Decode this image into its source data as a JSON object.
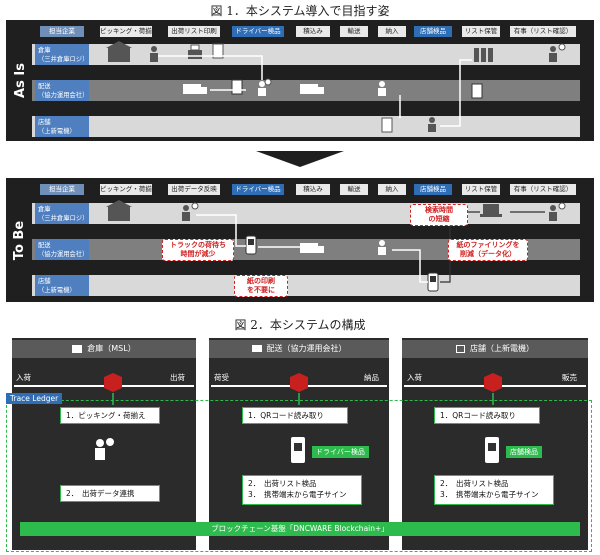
{
  "fig1": {
    "title": "図 1．本システム導入で目指す姿",
    "as_is": {
      "side_label": "As Is",
      "headers": [
        "担当企業",
        "ピッキング・荷揃え",
        "出荷リスト印刷",
        "ドライバー検品",
        "積込み",
        "輸送",
        "納入",
        "店舗検品",
        "リスト保管",
        "有事（リスト確認）"
      ],
      "lanes": [
        {
          "label": "倉庫\n（三井倉庫ロジ）"
        },
        {
          "label": "配送\n（協力運用会社）"
        },
        {
          "label": "店舗\n（上新電機）"
        }
      ]
    },
    "to_be": {
      "side_label": "To Be",
      "headers": [
        "担当企業",
        "ピッキング・荷揃え",
        "出荷データ反映",
        "ドライバー検品",
        "積込み",
        "輸送",
        "納入",
        "店舗検品",
        "リスト保管",
        "有事（リスト確認）"
      ],
      "lanes": [
        {
          "label": "倉庫\n（三井倉庫ロジ）"
        },
        {
          "label": "配送\n（協力運用会社）"
        },
        {
          "label": "店舗\n（上新電機）"
        }
      ],
      "notes": {
        "search": "検索時間\nの短縮",
        "truck": "トラックの荷待ち\n時間が減少",
        "filing": "紙のファイリングを\n削減（データ化）",
        "print": "紙の印刷\nを不要に"
      }
    },
    "colors": {
      "blue_header": "#2f6db5",
      "lane_label": "#4f7fbf",
      "note_red": "#d02020"
    }
  },
  "fig2": {
    "title": "図 2．本システムの構成",
    "columns": [
      {
        "head": "倉庫（MSL）",
        "in_label": "入荷",
        "out_label": "出荷",
        "steps": [
          "1．ピッキング・荷揃え",
          "2．　出荷データ連携"
        ],
        "tag": ""
      },
      {
        "head": "配送（協力運用会社）",
        "in_label": "荷受",
        "out_label": "納品",
        "steps": [
          "1．QRコード読み取り",
          "2．　出荷リスト検品",
          "3．　携帯端末から電子サイン"
        ],
        "tag": "ドライバー検品"
      },
      {
        "head": "店舗（上新電機）",
        "in_label": "入荷",
        "out_label": "販売",
        "steps": [
          "1．QRコード読み取り",
          "2．　出荷リスト検品",
          "3．　携帯端末から電子サイン"
        ],
        "tag": "店舗検品"
      }
    ],
    "ledger": "Trace Ledger",
    "chain": "ブロックチェーン基盤「DNCWARE Blockchain+」",
    "colors": {
      "green": "#2dbb4d",
      "box_red": "#c8201e"
    }
  }
}
